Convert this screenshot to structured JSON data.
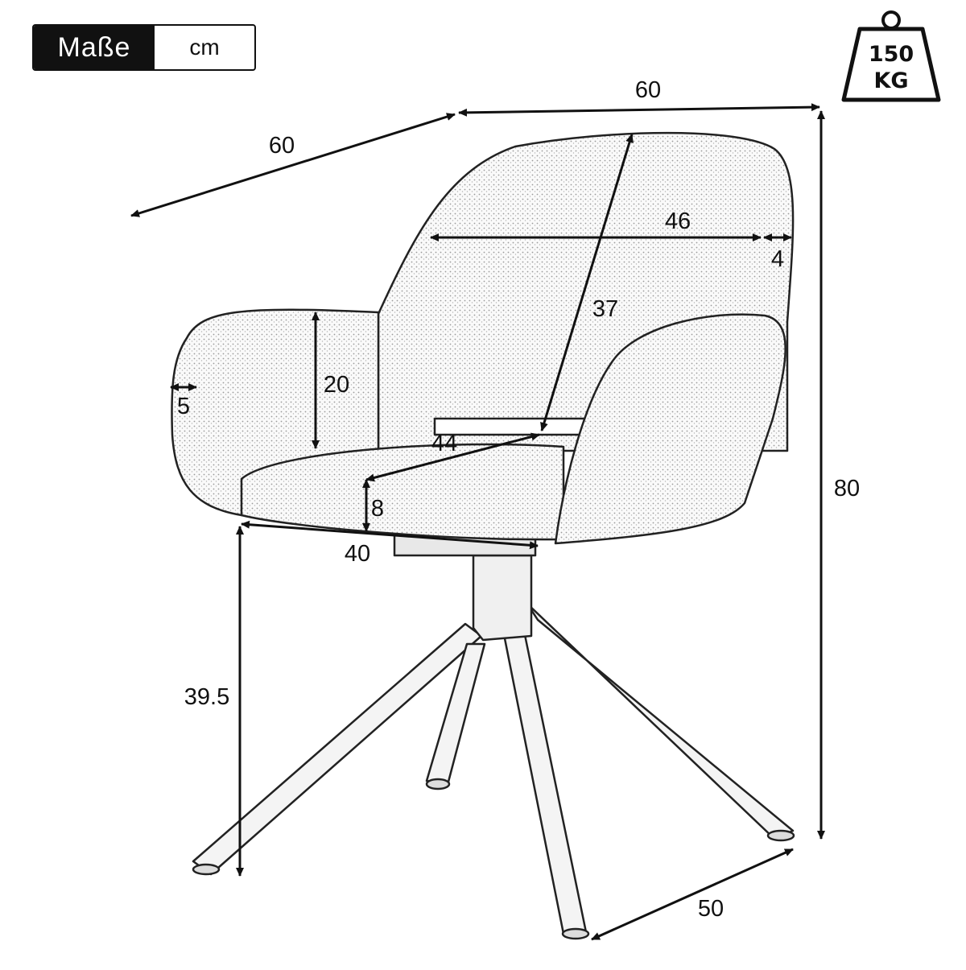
{
  "units": {
    "label": "Maße",
    "value": "cm"
  },
  "load_badge": {
    "line1": "150",
    "line2": "KG"
  },
  "dimensions": {
    "depth_total": "60",
    "width_total": "60",
    "height_total": "80",
    "backrest_inner_width": "46",
    "backrest_thickness": "4",
    "backrest_height": "37",
    "armrest_height": "20",
    "armrest_thickness": "5",
    "seat_depth": "44",
    "seat_thickness": "8",
    "seat_width": "40",
    "seat_height": "39.5",
    "base_width": "50"
  }
}
